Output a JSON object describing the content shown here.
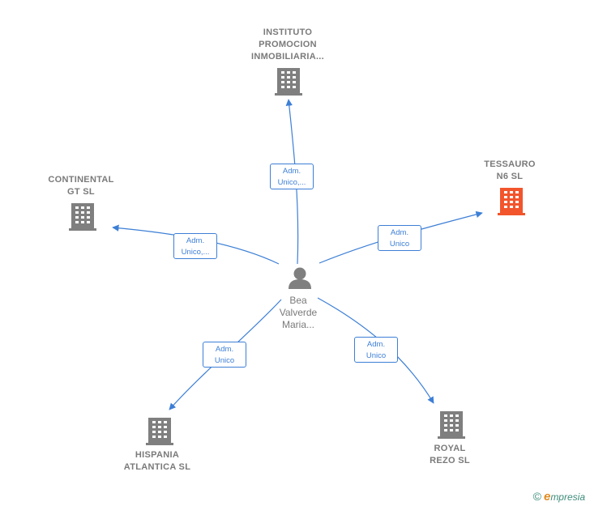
{
  "nodes": {
    "instituto": {
      "lines": [
        "INSTITUTO",
        "PROMOCION",
        "INMOBILIARIA..."
      ],
      "color": "#7a7a7a"
    },
    "tessauro": {
      "lines": [
        "TESSAURO",
        "N6  SL"
      ],
      "color": "#f2552c"
    },
    "continental": {
      "lines": [
        "CONTINENTAL",
        "GT  SL"
      ],
      "color": "#7a7a7a"
    },
    "hispania": {
      "lines": [
        "HISPANIA",
        "ATLANTICA  SL"
      ],
      "color": "#7a7a7a"
    },
    "royal": {
      "lines": [
        "ROYAL",
        "REZO  SL"
      ],
      "color": "#7a7a7a"
    }
  },
  "person": {
    "lines": [
      "Bea",
      "Valverde",
      "Maria..."
    ],
    "color": "#7a7a7a"
  },
  "edges": {
    "to_instituto": [
      "Adm.",
      "Unico,..."
    ],
    "to_tessauro": [
      "Adm.",
      "Unico"
    ],
    "to_continental": [
      "Adm.",
      "Unico,..."
    ],
    "to_hispania": [
      "Adm.",
      "Unico"
    ],
    "to_royal": [
      "Adm.",
      "Unico"
    ]
  },
  "edge_color": "#3d7fd6",
  "brand": {
    "copyright": "©",
    "e": "e",
    "word": "mpresia"
  }
}
